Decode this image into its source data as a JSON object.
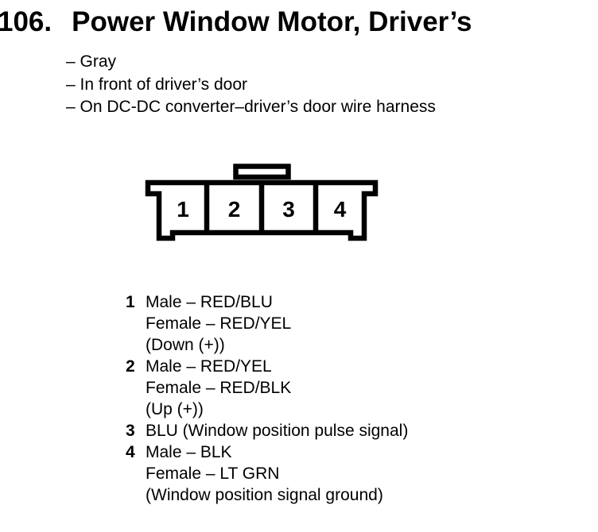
{
  "header": {
    "number": "106.",
    "title": "Power Window Motor, Driver’s",
    "bullets": [
      "– Gray",
      "– In front of driver’s door",
      "– On DC-DC converter–driver’s door wire harness"
    ]
  },
  "connector": {
    "cavities": [
      "1",
      "2",
      "3",
      "4"
    ]
  },
  "pins": [
    {
      "number": "1",
      "lines": [
        "Male – RED/BLU",
        "Female – RED/YEL",
        "(Down (+))"
      ]
    },
    {
      "number": "2",
      "lines": [
        "Male – RED/YEL",
        "Female – RED/BLK",
        "(Up (+))"
      ]
    },
    {
      "number": "3",
      "lines": [
        "BLU (Window position pulse signal)"
      ]
    },
    {
      "number": "4",
      "lines": [
        "Male – BLK",
        "Female – LT GRN",
        "(Window position signal ground)"
      ]
    }
  ],
  "colors": {
    "ink": "#000000",
    "paper": "#ffffff"
  }
}
